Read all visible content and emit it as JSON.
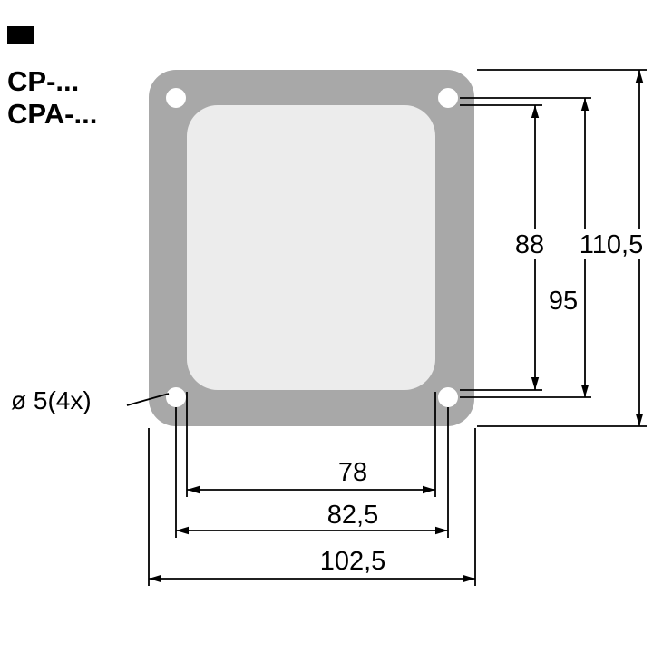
{
  "drawing": {
    "models": [
      "CP-...",
      "CPA-..."
    ],
    "hole_note": "ø 5(4x)",
    "dims": {
      "inner_height": "88",
      "overall_height": "110,5",
      "hole_pitch_v": "95",
      "inner_width": "78",
      "hole_pitch_h": "82,5",
      "overall_width": "102,5"
    },
    "colors": {
      "plate": "#a8a8a8",
      "recess": "#ececec",
      "hole": "#ffffff",
      "line": "#000000"
    }
  }
}
